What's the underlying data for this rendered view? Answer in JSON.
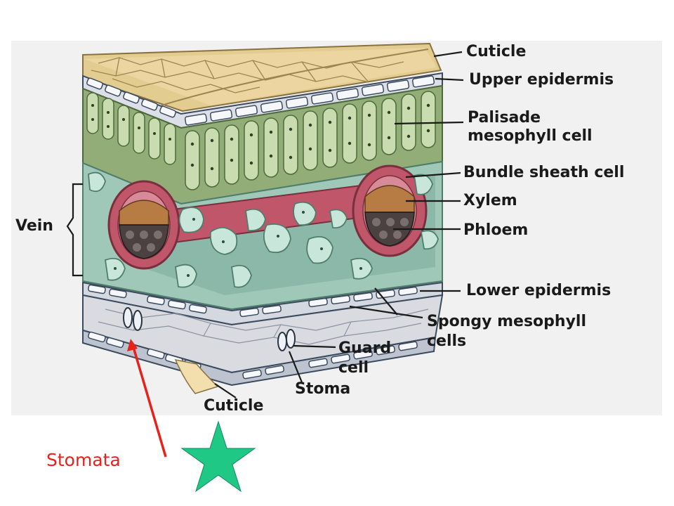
{
  "diagram": {
    "labels": {
      "cuticle_top": "Cuticle",
      "upper_epidermis": "Upper epidermis",
      "palisade_1": "Palisade",
      "palisade_2": "mesophyll cell",
      "bundle_sheath": "Bundle sheath cell",
      "xylem": "Xylem",
      "phloem": "Phloem",
      "lower_epidermis": "Lower epidermis",
      "spongy_1": "Spongy mesophyll",
      "spongy_2": "cells",
      "guard_1": "Guard",
      "guard_2": "cell",
      "stoma": "Stoma",
      "cuticle_bottom": "Cuticle",
      "vein": "Vein"
    },
    "annotation": "Stomata",
    "colors": {
      "annotation_text": "#e8211b",
      "arrow": "#e8211b",
      "star": "#1fc985",
      "palisade": "#8fae74",
      "spongy": "#b5dccb",
      "vein_sheath": "#c0566a",
      "xylem": "#b77b44",
      "phloem": "#4c4141",
      "cuticle": "#f3dfae"
    },
    "icons": [
      "star-icon",
      "arrow-icon"
    ]
  }
}
